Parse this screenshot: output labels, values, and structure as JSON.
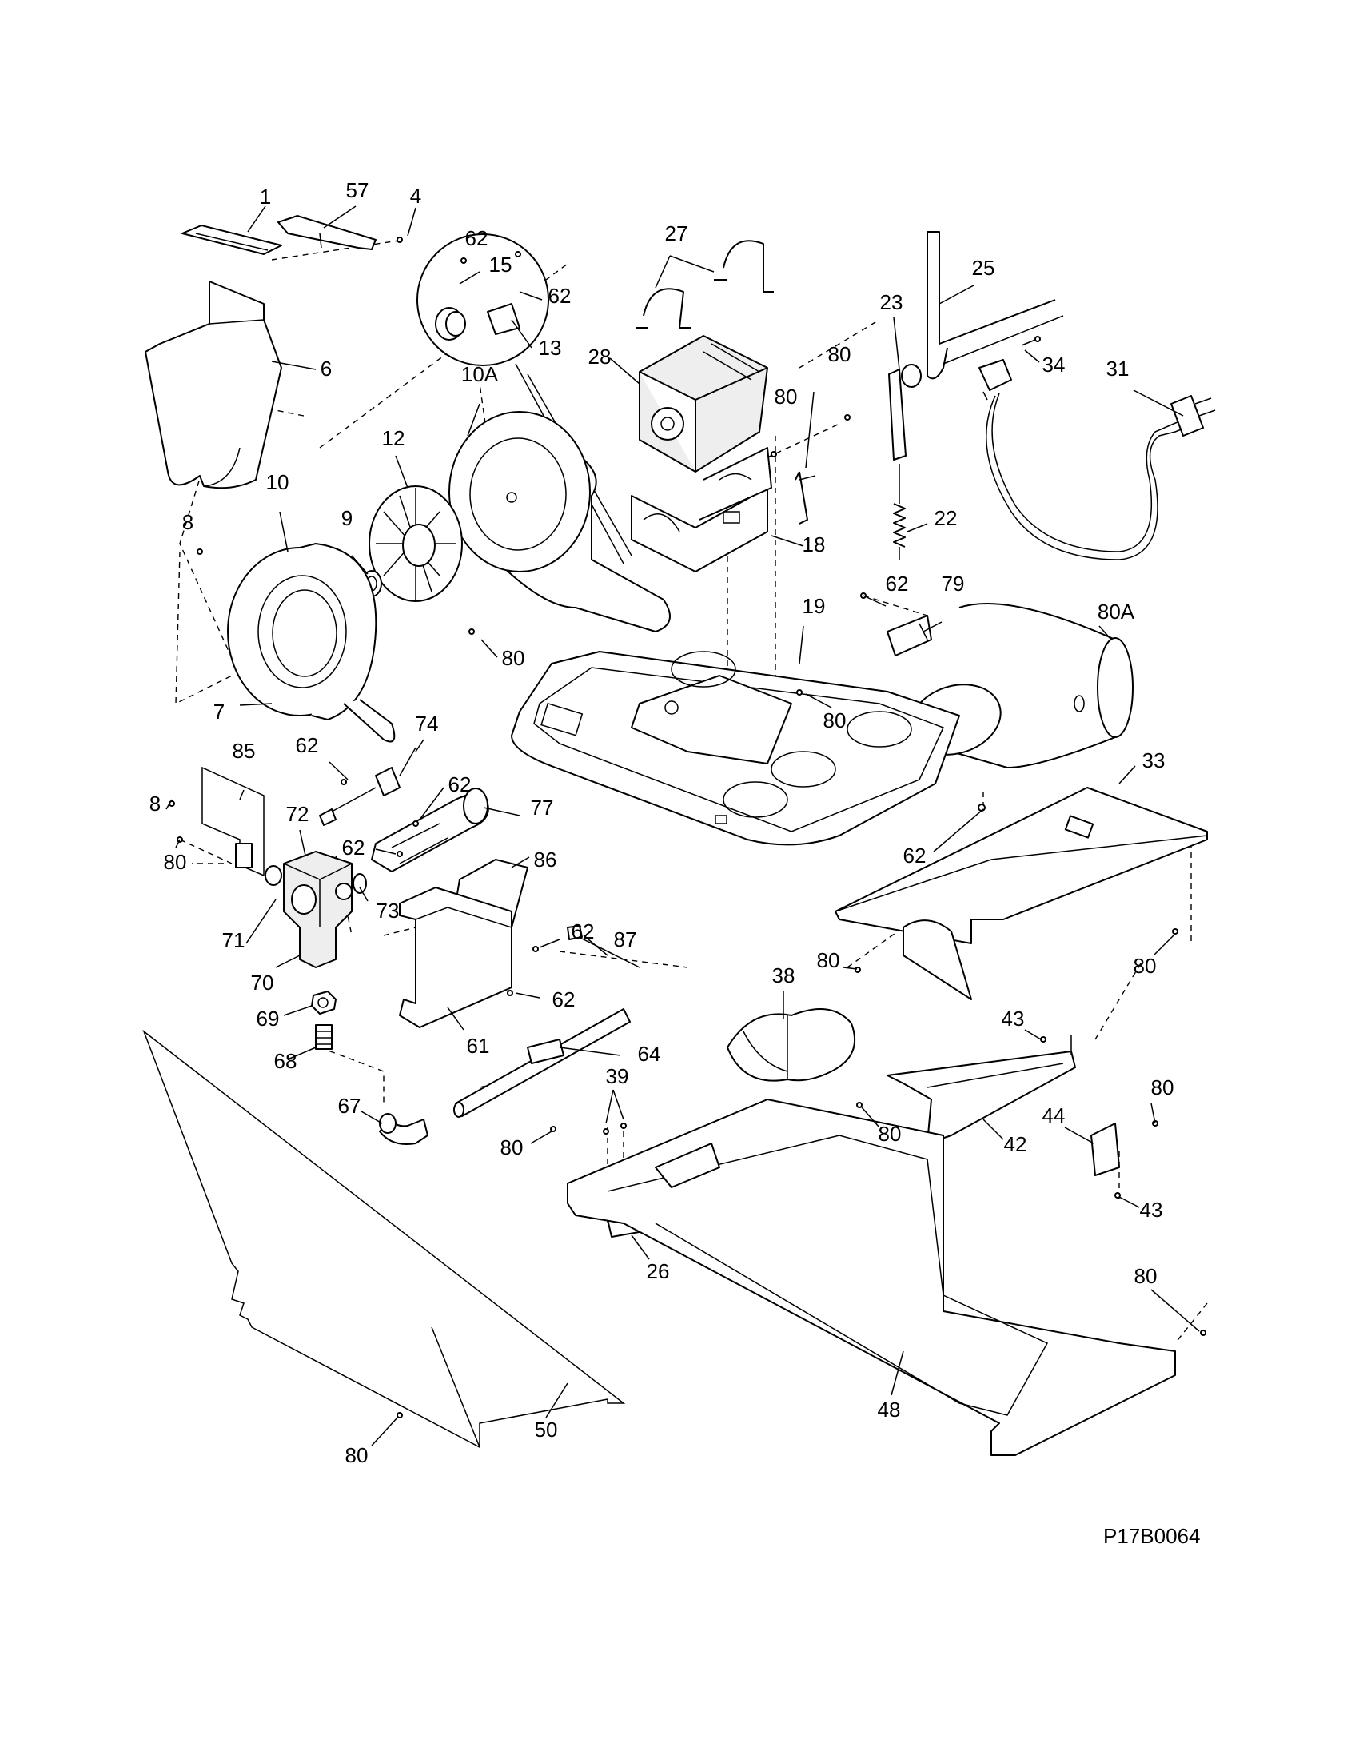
{
  "diagram": {
    "drawing_code": "P17B0064",
    "callouts": [
      {
        "id": "c-1",
        "text": "1"
      },
      {
        "id": "c-57",
        "text": "57"
      },
      {
        "id": "c-4",
        "text": "4"
      },
      {
        "id": "c-62a",
        "text": "62"
      },
      {
        "id": "c-15",
        "text": "15"
      },
      {
        "id": "c-62b",
        "text": "62"
      },
      {
        "id": "c-13",
        "text": "13"
      },
      {
        "id": "c-6",
        "text": "6"
      },
      {
        "id": "c-10A",
        "text": "10A"
      },
      {
        "id": "c-12",
        "text": "12"
      },
      {
        "id": "c-10",
        "text": "10"
      },
      {
        "id": "c-8a",
        "text": "8"
      },
      {
        "id": "c-9",
        "text": "9"
      },
      {
        "id": "c-80a",
        "text": "80"
      },
      {
        "id": "c-7",
        "text": "7"
      },
      {
        "id": "c-27",
        "text": "27"
      },
      {
        "id": "c-28",
        "text": "28"
      },
      {
        "id": "c-80b",
        "text": "80"
      },
      {
        "id": "c-80c",
        "text": "80"
      },
      {
        "id": "c-18",
        "text": "18"
      },
      {
        "id": "c-25",
        "text": "25"
      },
      {
        "id": "c-23",
        "text": "23"
      },
      {
        "id": "c-34",
        "text": "34"
      },
      {
        "id": "c-31",
        "text": "31"
      },
      {
        "id": "c-22",
        "text": "22"
      },
      {
        "id": "c-62c",
        "text": "62"
      },
      {
        "id": "c-79",
        "text": "79"
      },
      {
        "id": "c-80A",
        "text": "80A"
      },
      {
        "id": "c-19",
        "text": "19"
      },
      {
        "id": "c-80d",
        "text": "80"
      },
      {
        "id": "c-85",
        "text": "85"
      },
      {
        "id": "c-62d",
        "text": "62"
      },
      {
        "id": "c-74",
        "text": "74"
      },
      {
        "id": "c-8b",
        "text": "8"
      },
      {
        "id": "c-72",
        "text": "72"
      },
      {
        "id": "c-62e",
        "text": "62"
      },
      {
        "id": "c-77",
        "text": "77"
      },
      {
        "id": "c-62f",
        "text": "62"
      },
      {
        "id": "c-80e",
        "text": "80"
      },
      {
        "id": "c-73",
        "text": "73"
      },
      {
        "id": "c-86",
        "text": "86"
      },
      {
        "id": "c-71",
        "text": "71"
      },
      {
        "id": "c-62g",
        "text": "62"
      },
      {
        "id": "c-87",
        "text": "87"
      },
      {
        "id": "c-70",
        "text": "70"
      },
      {
        "id": "c-62h",
        "text": "62"
      },
      {
        "id": "c-69",
        "text": "69"
      },
      {
        "id": "c-61",
        "text": "61"
      },
      {
        "id": "c-64",
        "text": "64"
      },
      {
        "id": "c-68",
        "text": "68"
      },
      {
        "id": "c-67",
        "text": "67"
      },
      {
        "id": "c-80f",
        "text": "80"
      },
      {
        "id": "c-39",
        "text": "39"
      },
      {
        "id": "c-33",
        "text": "33"
      },
      {
        "id": "c-62i",
        "text": "62"
      },
      {
        "id": "c-38",
        "text": "38"
      },
      {
        "id": "c-80g",
        "text": "80"
      },
      {
        "id": "c-80h",
        "text": "80"
      },
      {
        "id": "c-43a",
        "text": "43"
      },
      {
        "id": "c-80i",
        "text": "80"
      },
      {
        "id": "c-80j",
        "text": "80"
      },
      {
        "id": "c-44",
        "text": "44"
      },
      {
        "id": "c-42",
        "text": "42"
      },
      {
        "id": "c-43b",
        "text": "43"
      },
      {
        "id": "c-26",
        "text": "26"
      },
      {
        "id": "c-80k",
        "text": "80"
      },
      {
        "id": "c-48",
        "text": "48"
      },
      {
        "id": "c-50",
        "text": "50"
      },
      {
        "id": "c-80l",
        "text": "80"
      }
    ]
  }
}
